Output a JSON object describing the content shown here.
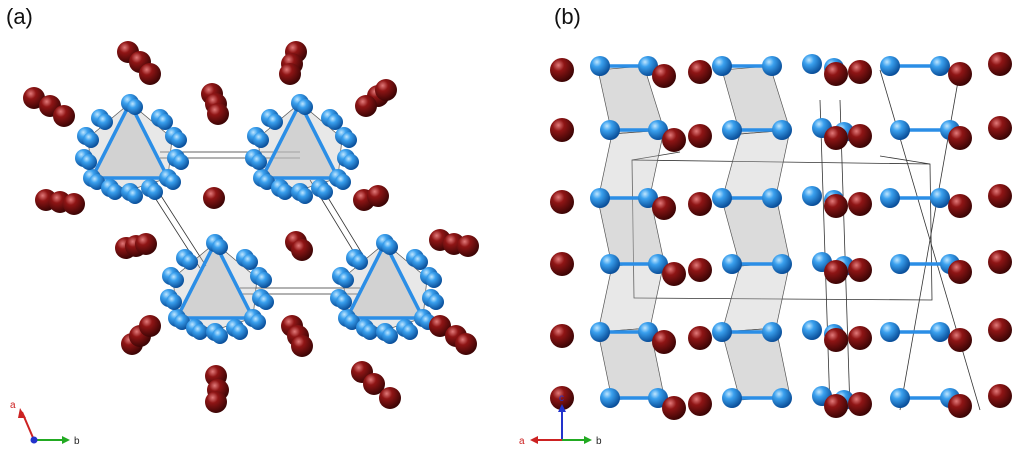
{
  "panels": {
    "a": {
      "label": "(a)",
      "axes": {
        "vertical": "a",
        "horizontal": "b"
      }
    },
    "b": {
      "label": "(b)",
      "axes": {
        "vertical": "c",
        "left": "a",
        "right": "b"
      }
    }
  },
  "colors": {
    "blue_atom": "#1e88e0",
    "red_atom": "#7a0f0f",
    "polyhedron": "#c8c8c8",
    "axis_a": "#cc2222",
    "axis_b": "#22aa22",
    "axis_c": "#2233cc"
  }
}
